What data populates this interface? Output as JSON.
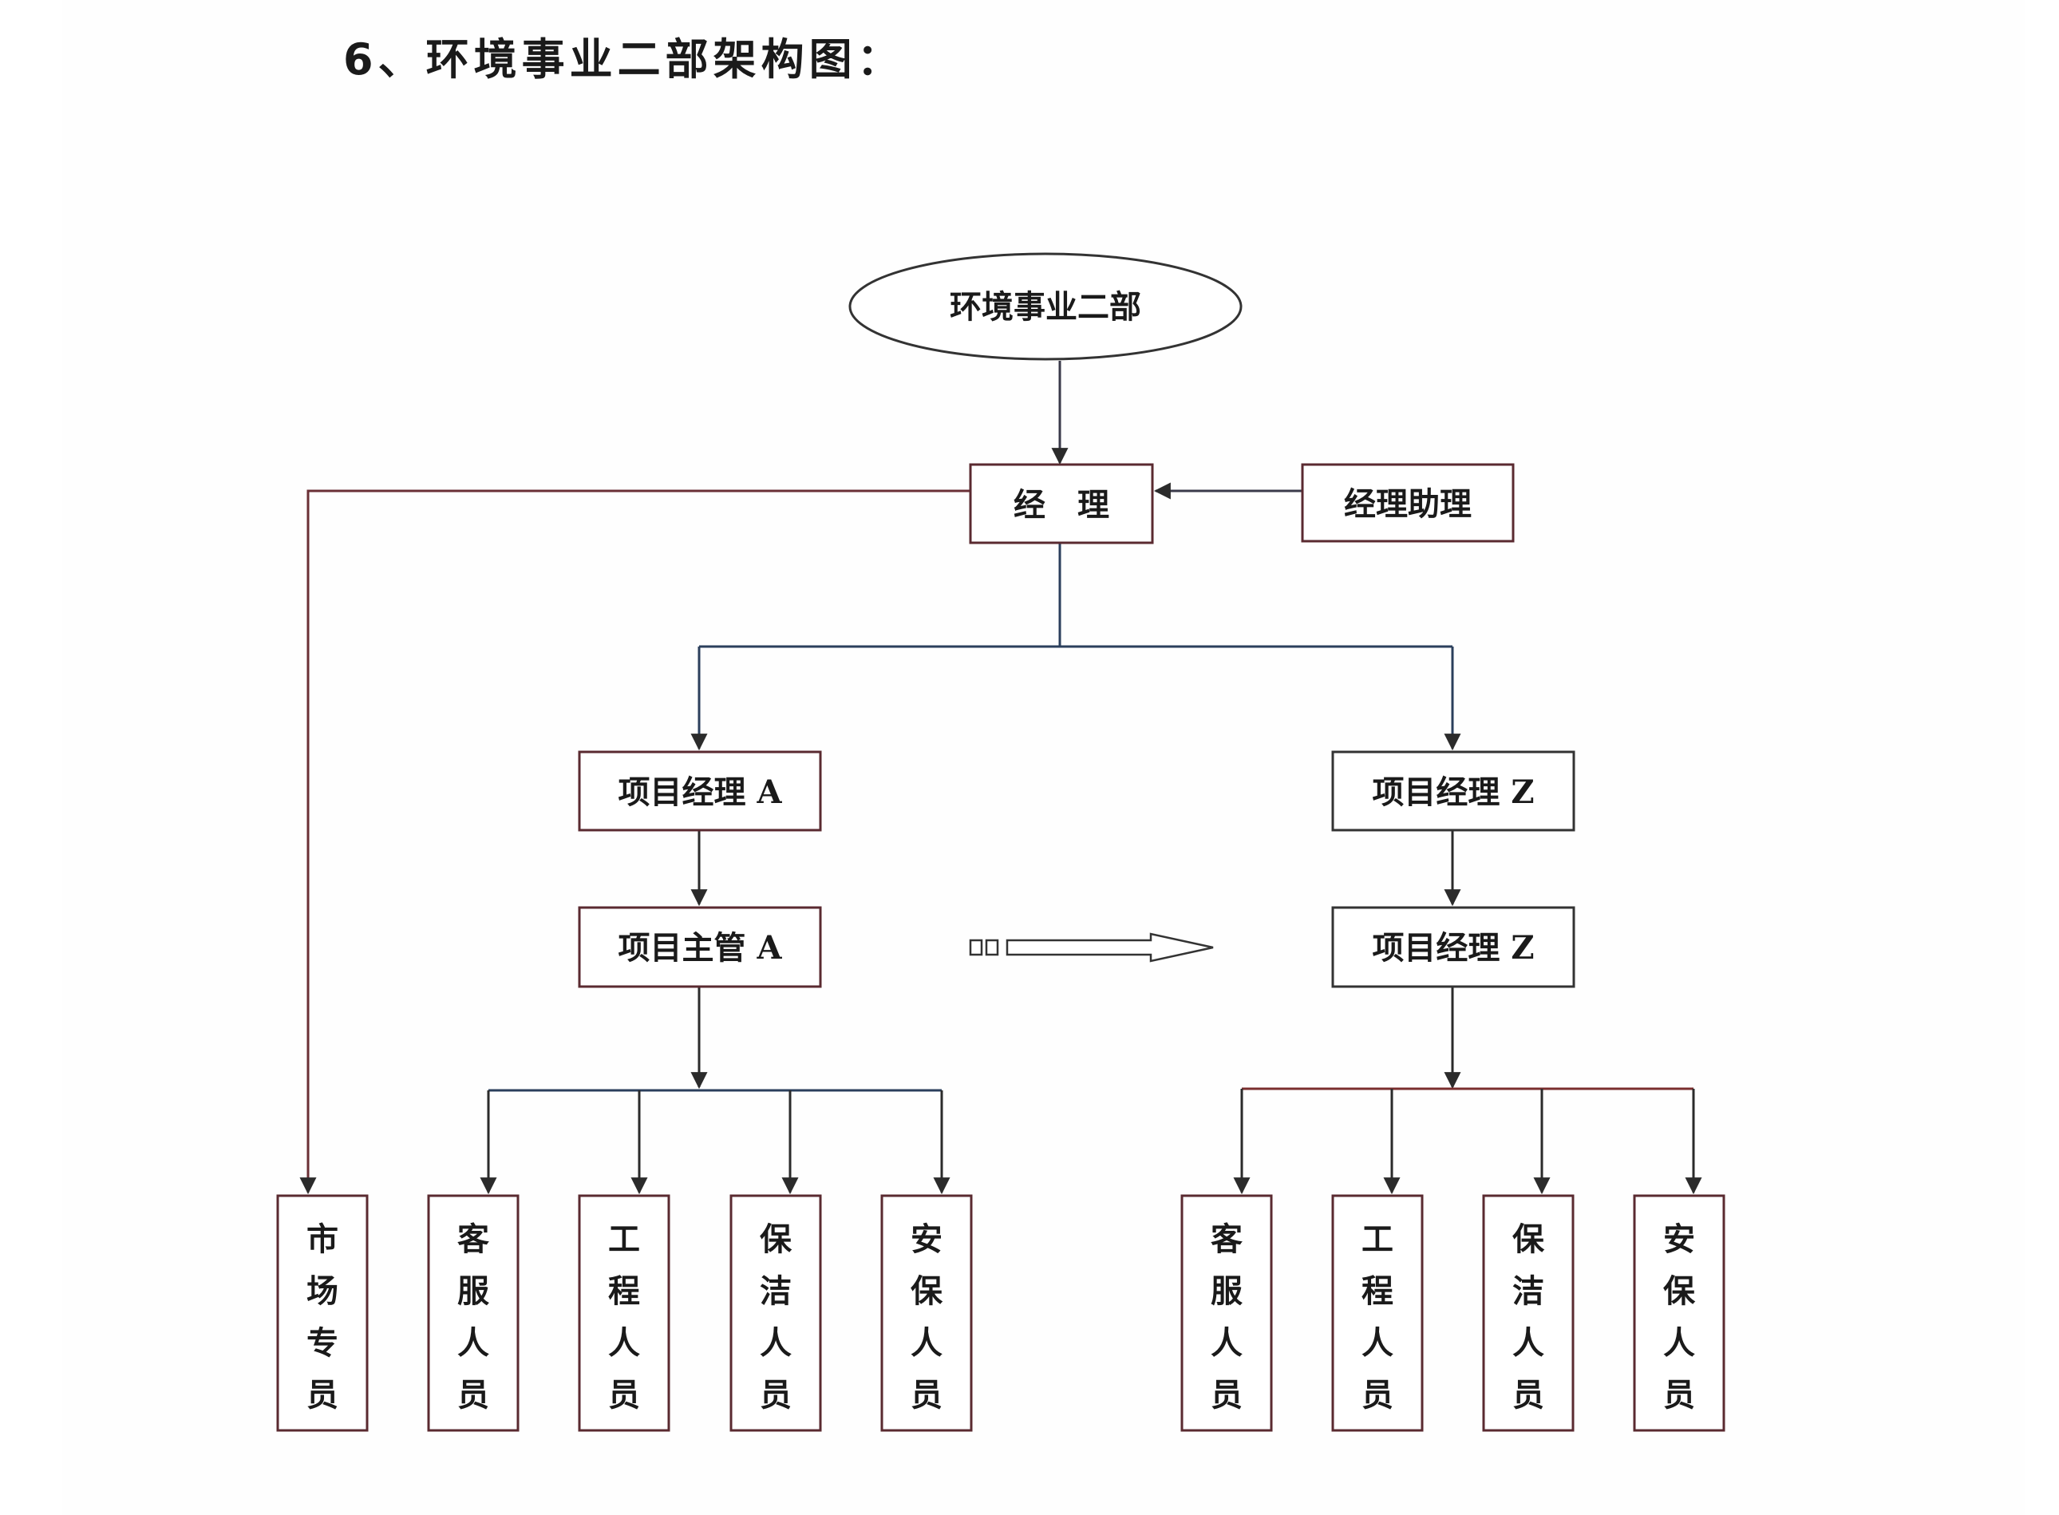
{
  "heading": "6、环境事业二部架构图：",
  "root": "环境事业二部",
  "manager": "经　理",
  "assistant": "经理助理",
  "project_managers": [
    "项目经理 A",
    "项目经理 Z"
  ],
  "supervisors": [
    "项目主管 A",
    "项目经理 Z"
  ],
  "market": "市场专员",
  "staff_left": [
    "客服人员",
    "工程人员",
    "保洁人员",
    "安保人员"
  ],
  "staff_right": [
    "客服人员",
    "工程人员",
    "保洁人员",
    "安保人员"
  ],
  "colors": {
    "line_blue": "#2b3f5c",
    "line_red": "#8a2a2a",
    "text": "#1a1a1a"
  }
}
